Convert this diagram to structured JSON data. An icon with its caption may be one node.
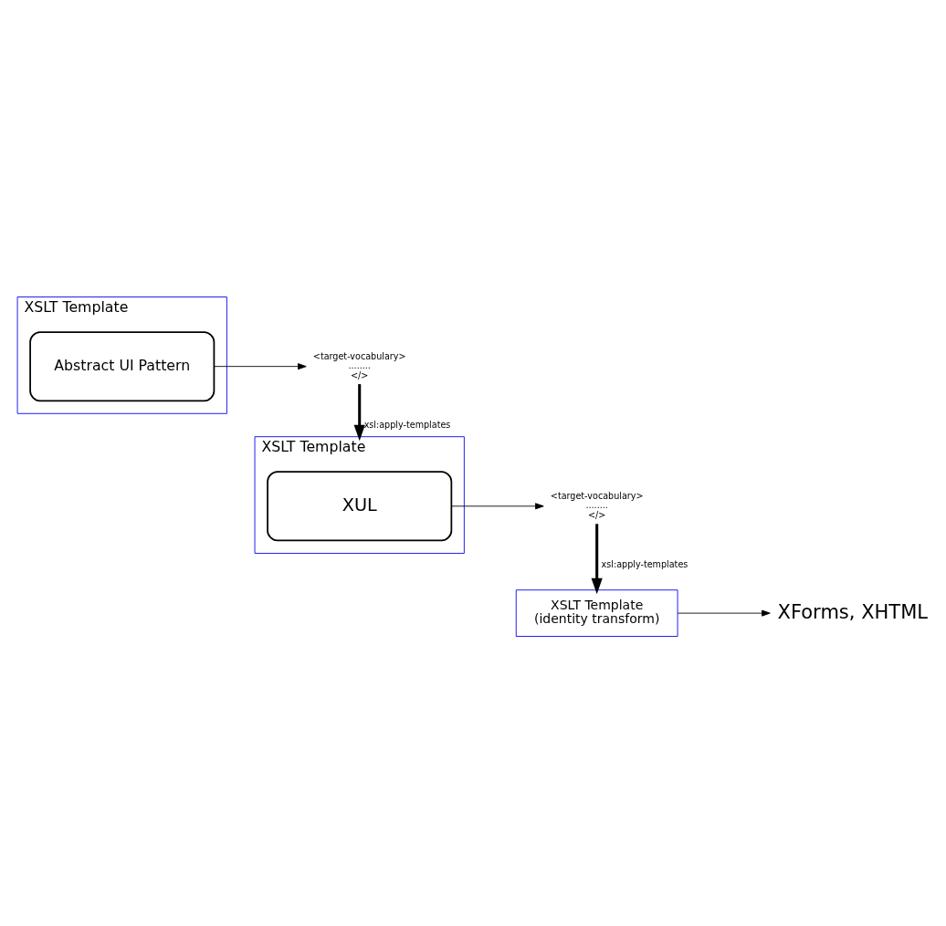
{
  "diagram": {
    "nodes": [
      {
        "text": [
          "XSLT Template"
        ]
      },
      {
        "text": [
          "Abstract UI Pattern"
        ],
        "in": 0
      },
      {
        "text": [
          "<target-vocabulary>",
          "........",
          "</>"
        ]
      },
      {
        "text": [
          "XSLT Template"
        ]
      },
      {
        "text": [
          "XUL"
        ],
        "in": 3
      },
      {
        "text": [
          "<target-vocabulary>",
          "........",
          "</>"
        ]
      },
      {
        "text": [
          "XSLT Template",
          "(identity transform)"
        ]
      },
      {
        "text": [
          "XForms, XHTML"
        ]
      }
    ],
    "edges": [
      {
        "from": 1,
        "to": 2,
        "arrow": "to"
      },
      {
        "from": 2,
        "to": 3,
        "arrow": "to",
        "label": "xsl:apply-templates",
        "style": "thick"
      },
      {
        "from": 4,
        "to": 5,
        "arrow": "to"
      },
      {
        "from": 5,
        "to": 6,
        "arrow": "to",
        "label": "xsl:apply-templates",
        "style": "thick"
      },
      {
        "from": 6,
        "to": 7,
        "arrow": "to"
      }
    ]
  }
}
